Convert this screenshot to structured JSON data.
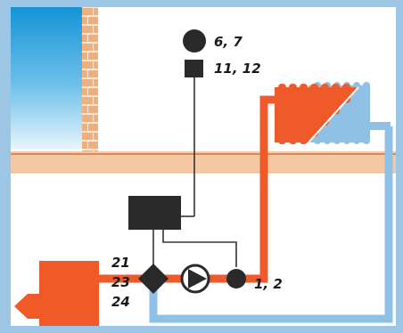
{
  "labels": {
    "room_sensor": "6, 7",
    "remote_control": "11, 12",
    "mixing_valve_top": "21",
    "mixing_valve_mid": "23",
    "mixing_valve_bottom": "24",
    "flow_sensor": "1, 2"
  },
  "colors": {
    "frame_blue": "#9cc6e4",
    "supply_pipe": "#ef5a2a",
    "return_pipe": "#8fc1e6",
    "floor_slab": "#f6c9a5",
    "floor_line": "#d98a5c",
    "brick": "#f0b07d",
    "brick_mortar": "#fbe7d2",
    "boiler": "#f05a28",
    "component_dark": "#2a2a2a"
  }
}
